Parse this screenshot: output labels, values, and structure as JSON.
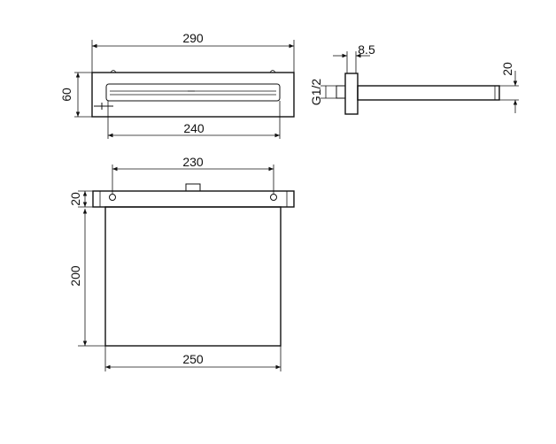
{
  "front_view": {
    "width_overall": "290",
    "height_overall": "60",
    "outlet_width": "240"
  },
  "side_view": {
    "wall_plate_thickness": "8.5",
    "thread_size": "G1/2",
    "arm_height": "20"
  },
  "top_view": {
    "hole_spacing": "230",
    "bar_depth": "20",
    "plate_depth": "200",
    "plate_width": "250"
  }
}
